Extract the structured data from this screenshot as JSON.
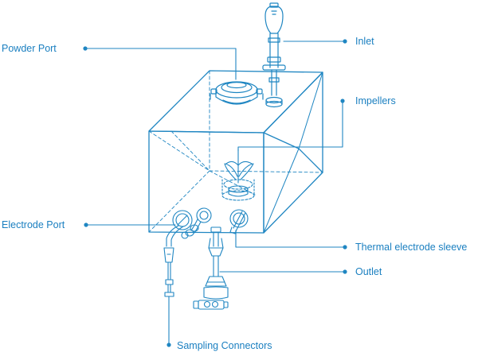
{
  "colors": {
    "line": "#1f86c2",
    "text": "#1a7fc0",
    "background": "#ffffff"
  },
  "labels": {
    "powder_port": "Powder Port",
    "inlet": "Inlet",
    "impellers": "Impellers",
    "electrode_port": "Electrode Port",
    "thermal_electrode_sleeve": "Thermal electrode sleeve",
    "outlet": "Outlet",
    "sampling_connectors": "Sampling Connectors"
  }
}
